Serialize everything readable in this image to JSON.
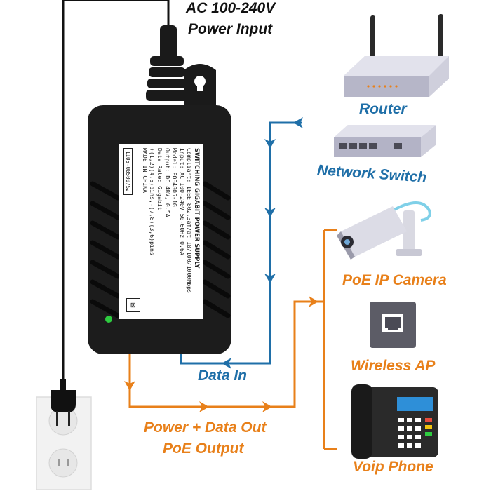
{
  "labels": {
    "ac_input_line1": "AC 100-240V",
    "ac_input_line2": "Power Input",
    "router": "Router",
    "network_switch": "Network Switch",
    "poe_ip_camera": "PoE IP Camera",
    "wireless_ap": "Wireless AP",
    "voip_phone": "Voip Phone",
    "data_in": "Data In",
    "power_data_out": "Power + Data Out",
    "poe_output": "PoE Output"
  },
  "sticker": {
    "title": "SWITCHING GIGABIT POWER SUPPLY",
    "line1": "Compliant: IEEE 802.3af/at 10/100/1000Mbps",
    "line2": "Input: AC 100-240V 50-60Hz 0.6A",
    "line3": "Model: POE4805-1G",
    "line4": "Output: DC 48V, 0.5A",
    "line5": "Data Rate: Gigabit",
    "line6": "+(1,2)(4,5)pins,-(7,8)(3,6)pins",
    "line7": "MADE IN CHINA",
    "serial": "1105-005007S2"
  },
  "colors": {
    "data_line": "#1f6fa8",
    "power_line": "#e8801a",
    "label_black": "#111111",
    "adapter_body": "#1c1c1c",
    "led": "#2ecc40",
    "device_gray": "#c9c9d6",
    "phone_screen": "#2e8fd8"
  },
  "icons": {
    "router": "router-icon",
    "switch": "network-switch-icon",
    "camera": "ip-camera-icon",
    "wireless_ap": "wireless-ap-icon",
    "voip": "voip-phone-icon",
    "outlet": "wall-outlet-icon",
    "plug": "power-plug-icon",
    "adapter": "poe-adapter-icon",
    "recycle": "weee-bin-icon"
  }
}
